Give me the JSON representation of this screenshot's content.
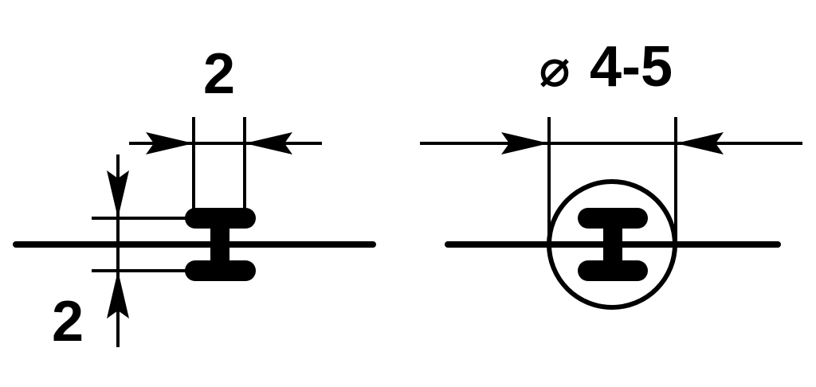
{
  "left_figure": {
    "width_dimension": "2",
    "height_dimension": "2"
  },
  "right_figure": {
    "diameter_symbol": "⌀",
    "diameter_dimension": "4-5"
  },
  "colors": {
    "ink": "#000000",
    "background": "#ffffff"
  }
}
